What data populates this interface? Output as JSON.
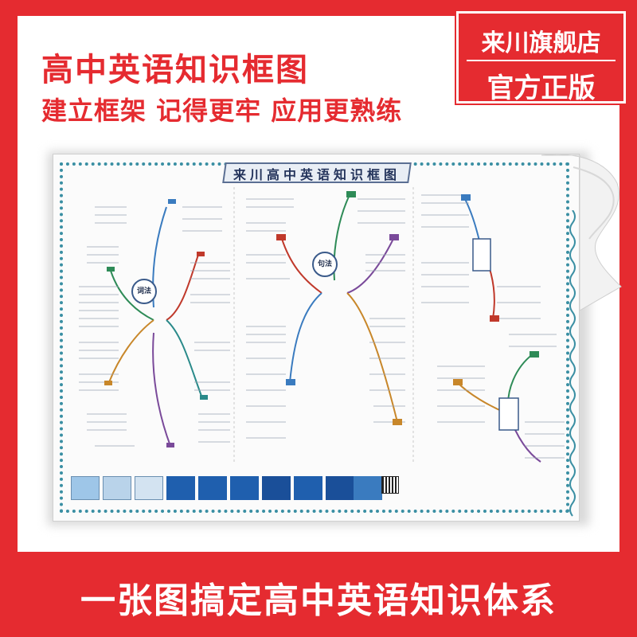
{
  "header": {
    "title": "高中英语知识框图",
    "subtitle": "建立框架 记得更牢 应用更熟练"
  },
  "badge": {
    "store": "来川旗舰店",
    "official": "官方正版"
  },
  "poster": {
    "title": "来川高中英语知识框图",
    "nodes": {
      "vocabulary": "词法",
      "syntax": "句法"
    }
  },
  "footer": {
    "slogan": "一张图搞定高中英语知识体系"
  },
  "colors": {
    "brand_red": "#e52b30",
    "poster_border": "#3a8fa3",
    "title_navy": "#23335b"
  }
}
